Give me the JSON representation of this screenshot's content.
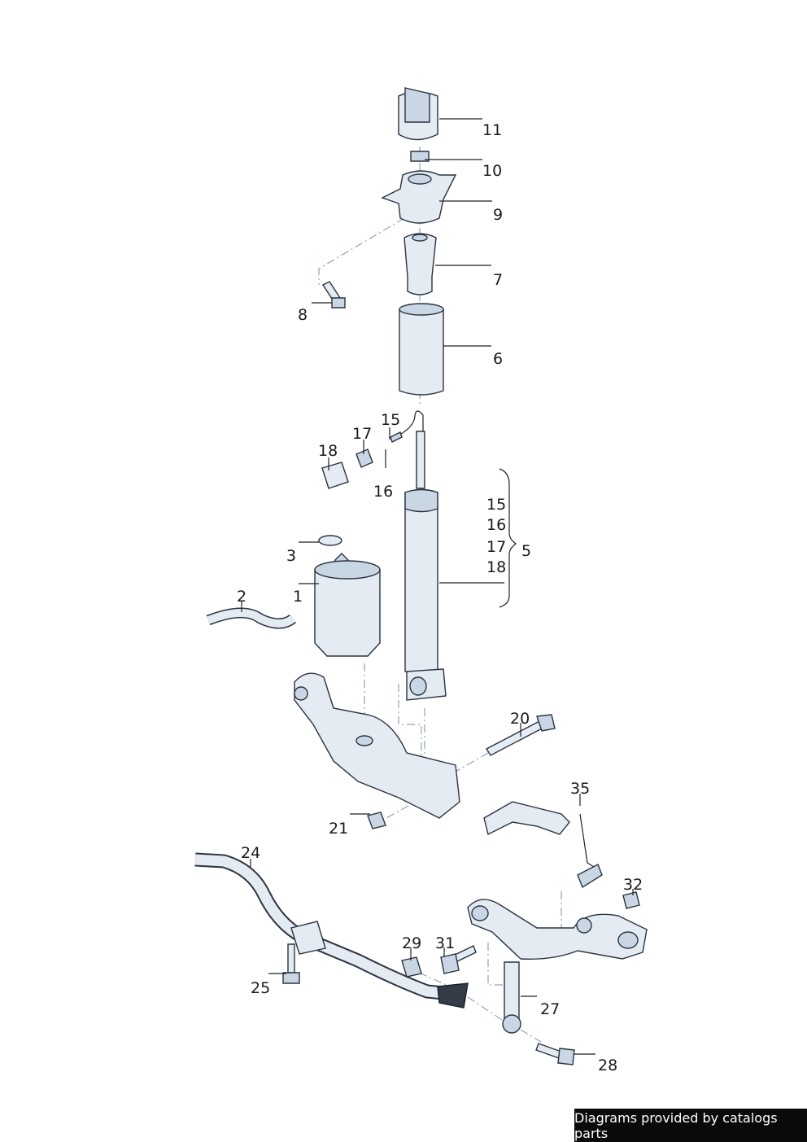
{
  "callouts": {
    "c1": "1",
    "c2": "2",
    "c3": "3",
    "c5": "5",
    "c6": "6",
    "c7": "7",
    "c8": "8",
    "c9": "9",
    "c10": "10",
    "c11": "11",
    "c15": "15",
    "c16": "16",
    "c17": "17",
    "c18": "18",
    "c20": "20",
    "c21": "21",
    "c24": "24",
    "c25": "25",
    "c27": "27",
    "c28": "28",
    "c29": "29",
    "c31": "31",
    "c32": "32",
    "c35": "35"
  },
  "group_5": {
    "items": [
      "15",
      "16",
      "17",
      "18"
    ]
  },
  "credit": "Diagrams provided by catalogs parts",
  "colors": {
    "part_fill": "#e4ebf3",
    "part_stroke": "#2a3340",
    "dash": "#8fa3bf",
    "credit_bg": "#0a0a0a"
  }
}
